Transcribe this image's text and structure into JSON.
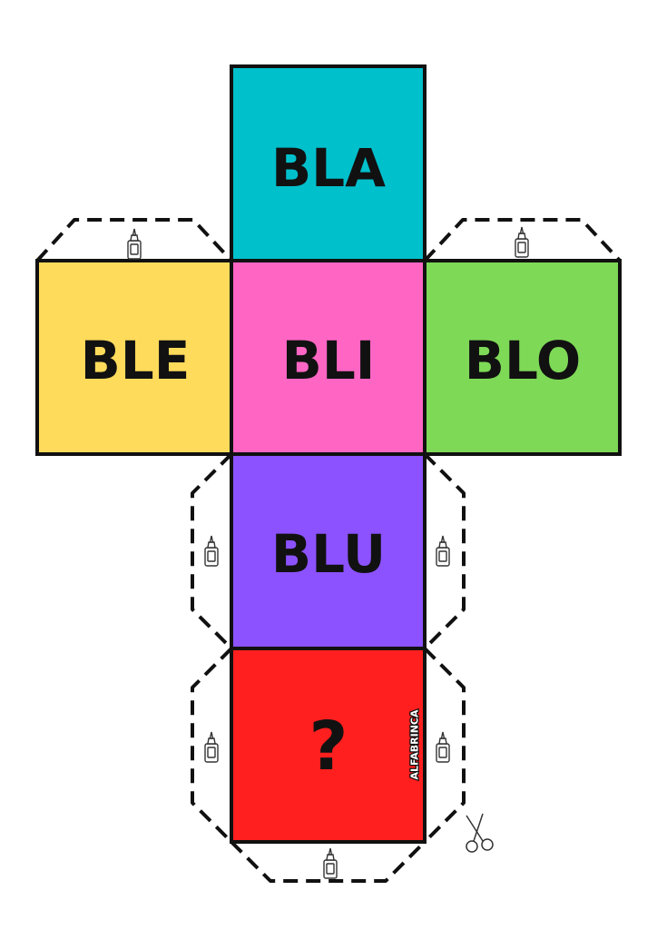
{
  "faces": {
    "top": {
      "label": "BLA",
      "color": "#00C0CC"
    },
    "left": {
      "label": "BLE",
      "color": "#FFDB5B"
    },
    "center": {
      "label": "BLI",
      "color": "#FF66C4"
    },
    "right": {
      "label": "BLO",
      "color": "#7ED957"
    },
    "lower": {
      "label": "BLU",
      "color": "#8C52FF"
    },
    "bottom": {
      "label": "?",
      "color": "#FF1F1F"
    }
  },
  "brand": "ALFABRINCA",
  "icons": {
    "glue": "glue-bottle-icon",
    "cut": "scissors-icon"
  }
}
